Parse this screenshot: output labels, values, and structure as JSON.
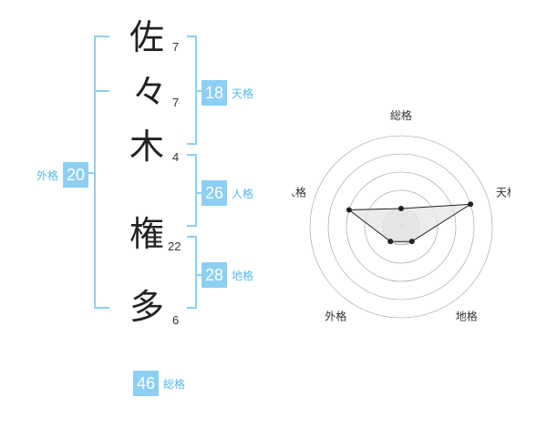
{
  "name": {
    "chars": [
      {
        "char": "佐",
        "strokes": "7"
      },
      {
        "char": "々",
        "strokes": "7"
      },
      {
        "char": "木",
        "strokes": "4"
      },
      {
        "char": "権",
        "strokes": "22"
      },
      {
        "char": "多",
        "strokes": "6"
      }
    ]
  },
  "kakusu": {
    "tenkaku": {
      "value": "18",
      "label": "天格"
    },
    "jinkaku": {
      "value": "26",
      "label": "人格"
    },
    "chikaku": {
      "value": "28",
      "label": "地格"
    },
    "gaikaku": {
      "value": "20",
      "label": "外格"
    },
    "soukaku": {
      "value": "46",
      "label": "総格"
    }
  },
  "radar": {
    "axes": [
      "総格",
      "天格",
      "地格",
      "外格",
      "人格"
    ],
    "values": [
      0.2,
      0.8,
      0.2,
      0.2,
      0.6
    ],
    "colors": {
      "rings": "#999999",
      "fill": "#e6e6e6",
      "line": "#222222",
      "center": "#cccccc"
    }
  },
  "colors": {
    "bracket": "#8ccff3",
    "badge": "#8ccff3",
    "badge_label": "#56b7ea"
  }
}
